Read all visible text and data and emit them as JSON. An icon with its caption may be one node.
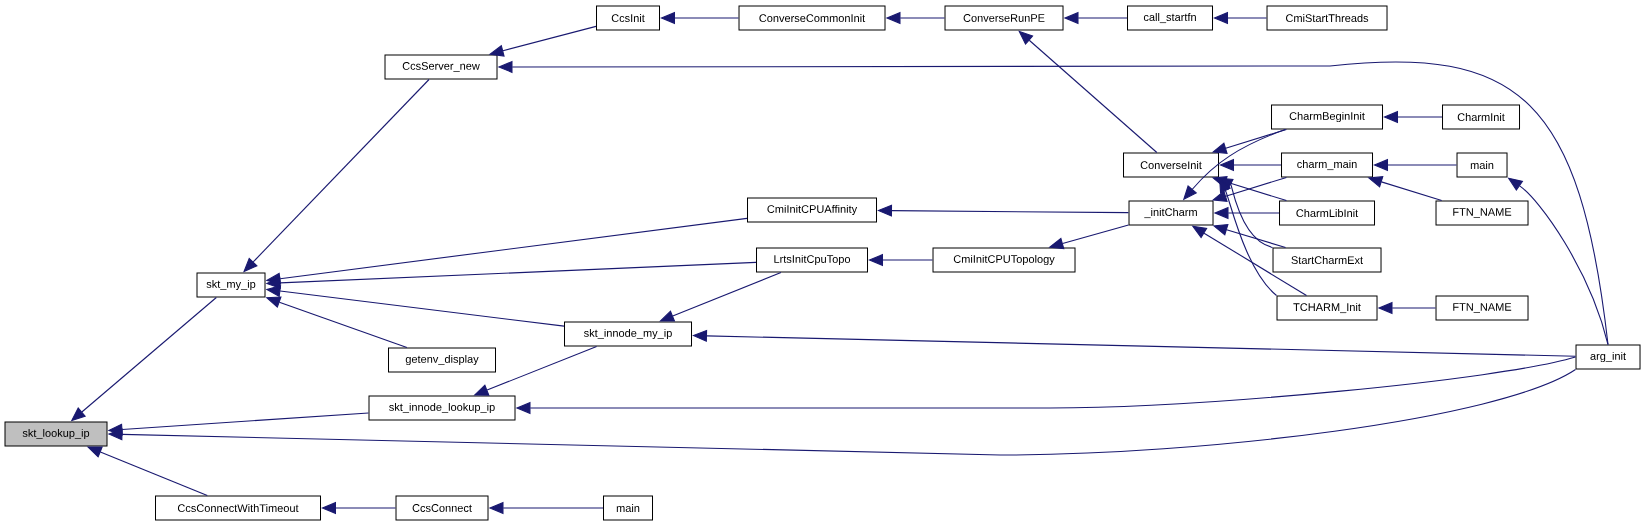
{
  "diagram": {
    "nodes": [
      {
        "text": [
          "skt_lookup_ip"
        ]
      },
      {
        "text": [
          "skt_my_ip"
        ]
      },
      {
        "text": [
          "CcsConnectWithTimeout"
        ]
      },
      {
        "text": [
          "CcsServer_new"
        ]
      },
      {
        "text": [
          "getenv_display"
        ]
      },
      {
        "text": [
          "skt_innode_lookup_ip"
        ]
      },
      {
        "text": [
          "CcsConnect"
        ]
      },
      {
        "text": [
          "CcsInit"
        ]
      },
      {
        "text": [
          "skt_innode_my_ip"
        ]
      },
      {
        "text": [
          "main"
        ]
      },
      {
        "text": [
          "ConverseCommonInit"
        ]
      },
      {
        "text": [
          "CmiInitCPUAffinity"
        ]
      },
      {
        "text": [
          "LrtsInitCpuTopo"
        ]
      },
      {
        "text": [
          "ConverseRunPE"
        ]
      },
      {
        "text": [
          "CmiInitCPUTopology"
        ]
      },
      {
        "text": [
          "call_startfn"
        ]
      },
      {
        "text": [
          "ConverseInit"
        ]
      },
      {
        "text": [
          "_initCharm"
        ]
      },
      {
        "text": [
          "CmiStartThreads"
        ]
      },
      {
        "text": [
          "CharmBeginInit"
        ]
      },
      {
        "text": [
          "charm_main"
        ]
      },
      {
        "text": [
          "CharmLibInit"
        ]
      },
      {
        "text": [
          "StartCharmExt"
        ]
      },
      {
        "text": [
          "TCHARM_Init"
        ]
      },
      {
        "text": [
          "CharmInit"
        ]
      },
      {
        "text": [
          "main"
        ]
      },
      {
        "text": [
          "FTN_NAME"
        ]
      },
      {
        "text": [
          "FTN_NAME"
        ]
      },
      {
        "text": [
          "arg_init"
        ]
      }
    ],
    "edges": [
      {
        "from": 1,
        "to": 0,
        "arrow": "to"
      },
      {
        "from": 5,
        "to": 0,
        "arrow": "to"
      },
      {
        "from": 28,
        "to": 0,
        "arrow": "to"
      },
      {
        "from": 2,
        "to": 0,
        "arrow": "to"
      },
      {
        "from": 3,
        "to": 1,
        "arrow": "to"
      },
      {
        "from": 11,
        "to": 1,
        "arrow": "to"
      },
      {
        "from": 12,
        "to": 1,
        "arrow": "to"
      },
      {
        "from": 8,
        "to": 1,
        "arrow": "to"
      },
      {
        "from": 4,
        "to": 1,
        "arrow": "to"
      },
      {
        "from": 7,
        "to": 3,
        "arrow": "to"
      },
      {
        "from": 28,
        "to": 3,
        "arrow": "to"
      },
      {
        "from": 10,
        "to": 7,
        "arrow": "to"
      },
      {
        "from": 13,
        "to": 10,
        "arrow": "to"
      },
      {
        "from": 15,
        "to": 13,
        "arrow": "to"
      },
      {
        "from": 18,
        "to": 15,
        "arrow": "to"
      },
      {
        "from": 16,
        "to": 13,
        "arrow": "to"
      },
      {
        "from": 17,
        "to": 11,
        "arrow": "to"
      },
      {
        "from": 12,
        "to": 8,
        "arrow": "to"
      },
      {
        "from": 14,
        "to": 12,
        "arrow": "to"
      },
      {
        "from": 17,
        "to": 14,
        "arrow": "to"
      },
      {
        "from": 28,
        "to": 8,
        "arrow": "to"
      },
      {
        "from": 8,
        "to": 5,
        "arrow": "to"
      },
      {
        "from": 28,
        "to": 5,
        "arrow": "to"
      },
      {
        "from": 6,
        "to": 2,
        "arrow": "to"
      },
      {
        "from": 9,
        "to": 6,
        "arrow": "to"
      },
      {
        "from": 19,
        "to": 16,
        "arrow": "to"
      },
      {
        "from": 20,
        "to": 16,
        "arrow": "to"
      },
      {
        "from": 21,
        "to": 16,
        "arrow": "to"
      },
      {
        "from": 22,
        "to": 16,
        "arrow": "to"
      },
      {
        "from": 23,
        "to": 16,
        "arrow": "to"
      },
      {
        "from": 19,
        "to": 17,
        "arrow": "to"
      },
      {
        "from": 20,
        "to": 17,
        "arrow": "to"
      },
      {
        "from": 21,
        "to": 17,
        "arrow": "to"
      },
      {
        "from": 22,
        "to": 17,
        "arrow": "to"
      },
      {
        "from": 23,
        "to": 17,
        "arrow": "to"
      },
      {
        "from": 24,
        "to": 19,
        "arrow": "to"
      },
      {
        "from": 25,
        "to": 20,
        "arrow": "to"
      },
      {
        "from": 26,
        "to": 20,
        "arrow": "to"
      },
      {
        "from": 27,
        "to": 23,
        "arrow": "to"
      },
      {
        "from": 28,
        "to": 25,
        "arrow": "to"
      }
    ]
  }
}
